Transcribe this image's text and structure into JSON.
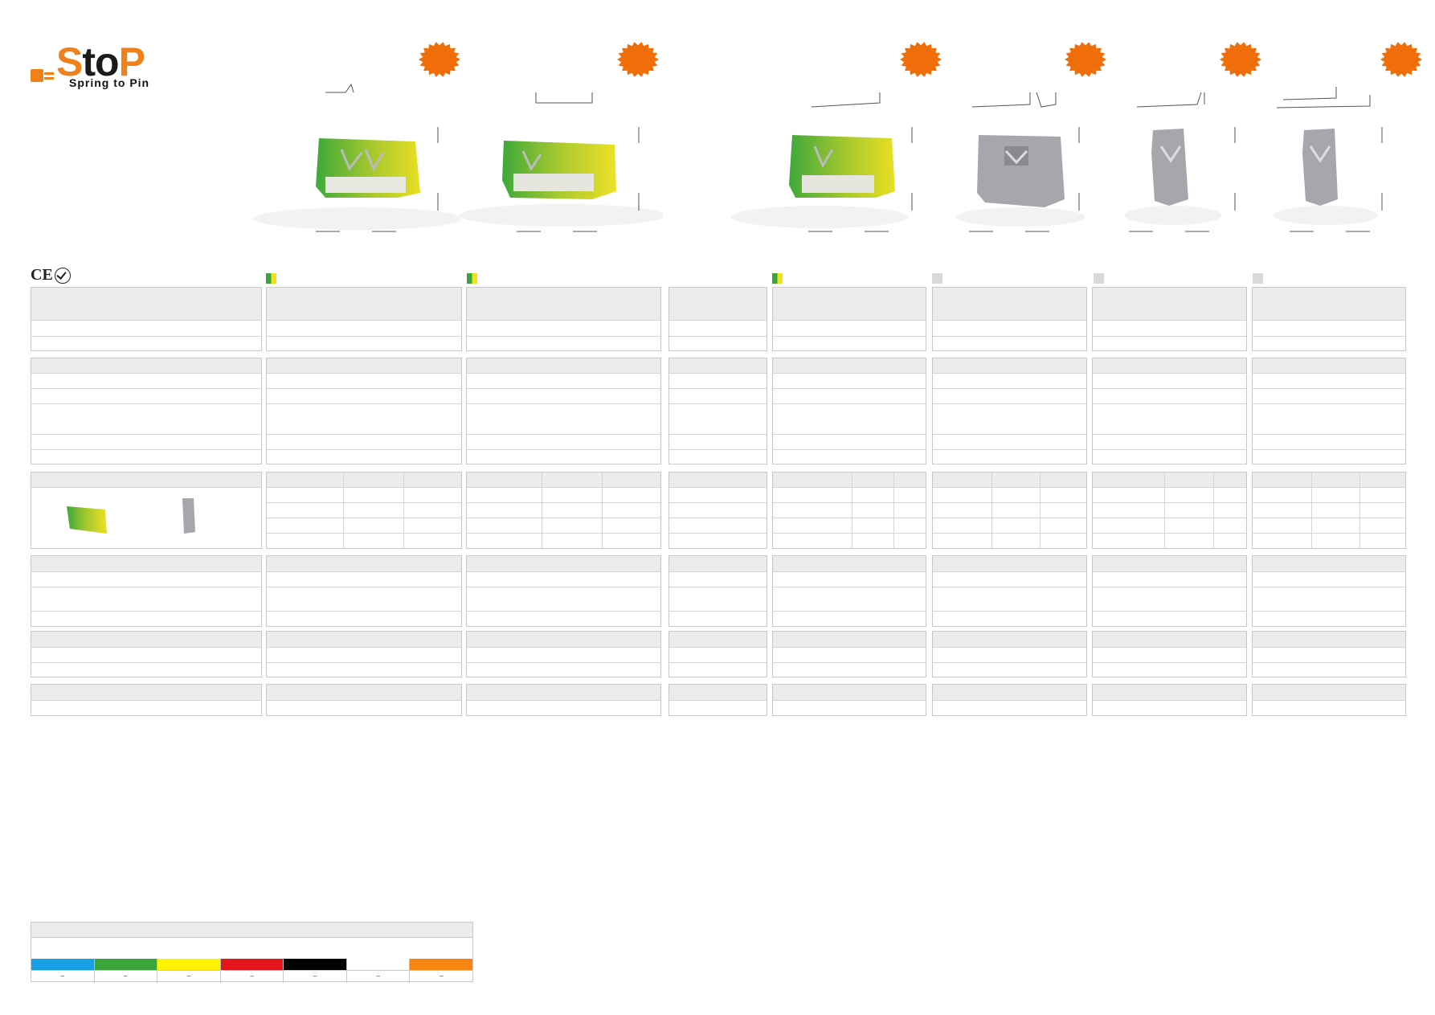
{
  "brand": {
    "name_s": "S",
    "name_to": "to",
    "name_p": "P",
    "tagline": "Spring to Pin",
    "accent_color": "#f08019"
  },
  "badge_color": "#f06e0a",
  "certifications": [
    "CE",
    "check-mark"
  ],
  "product_swatches": [
    "green-yellow",
    "green-yellow",
    "green-yellow",
    "grey",
    "grey",
    "grey"
  ],
  "legend": {
    "colors": [
      "#1aa0e6",
      "#3aa33a",
      "#fff200",
      "#e3141b",
      "#000000",
      "#ffffff",
      "#f5860f"
    ],
    "codes": [
      "–",
      "–",
      "–",
      "–",
      "–",
      "–",
      "–"
    ]
  }
}
